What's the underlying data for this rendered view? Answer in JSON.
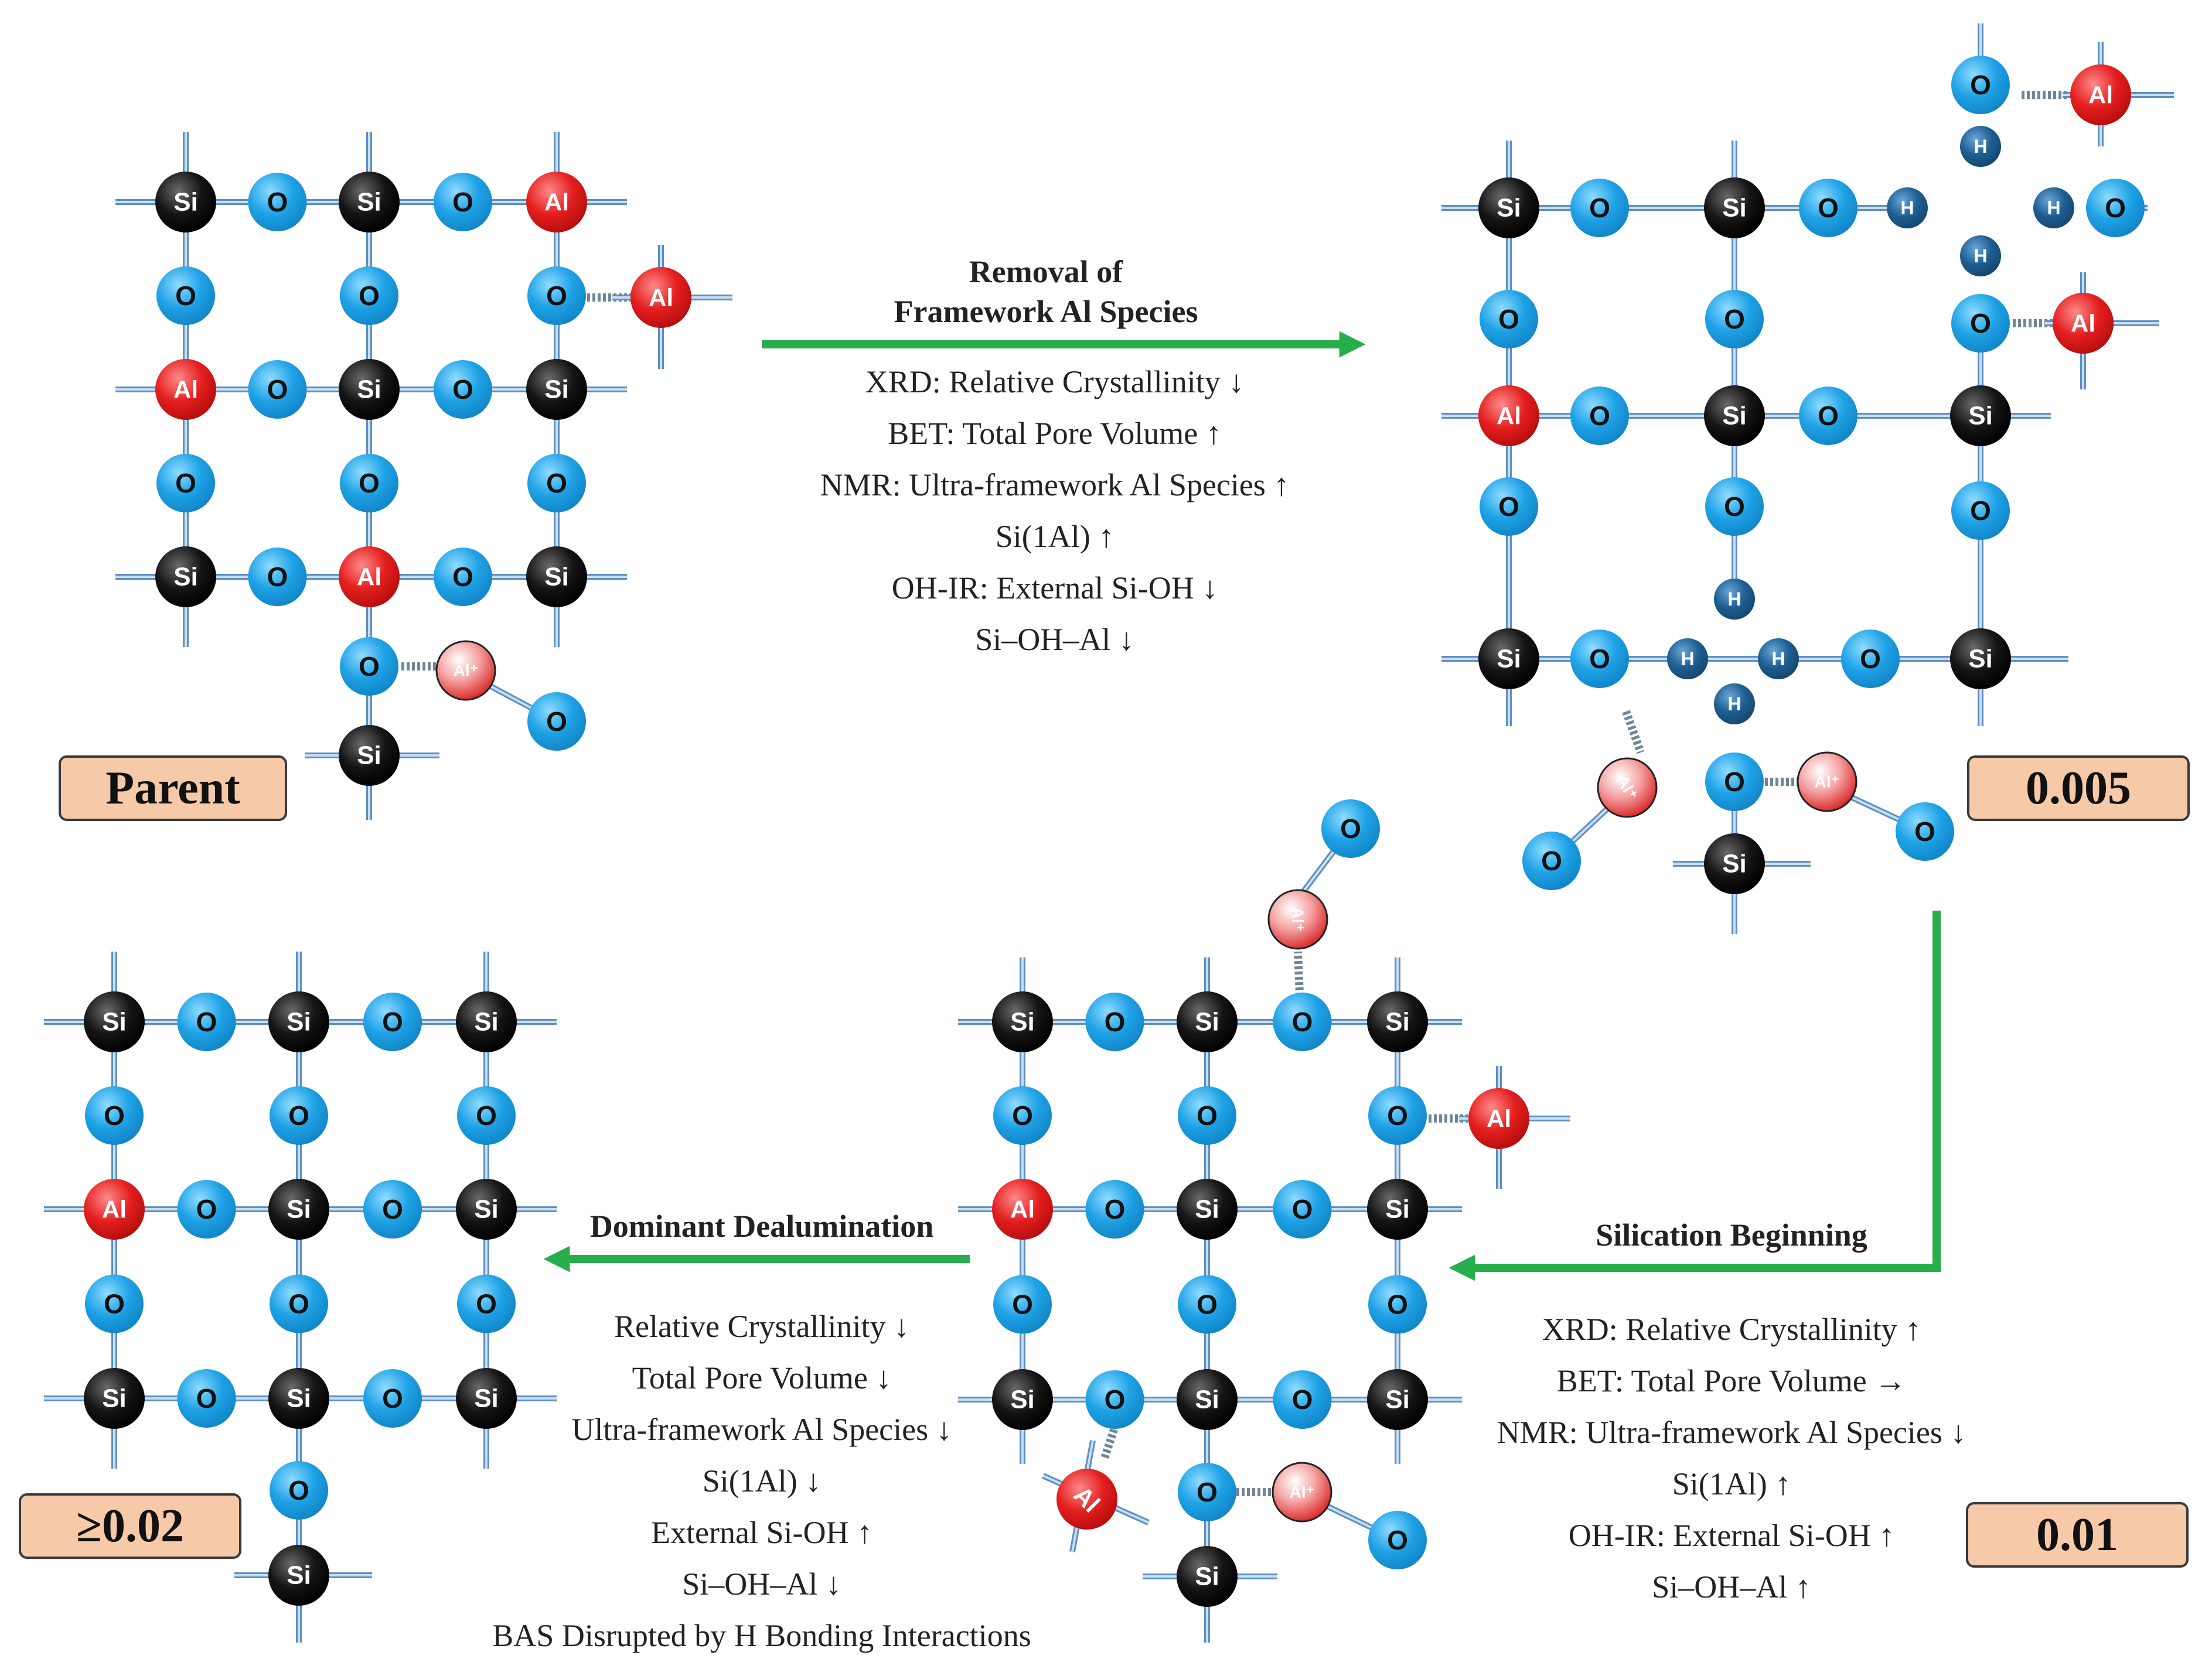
{
  "samples": {
    "parent": "Parent",
    "s1": "0.005",
    "s2": "0.01",
    "s3": "≥0.02"
  },
  "step1": {
    "heading_line1": "Removal of",
    "heading_line2": "Framework Al Species",
    "observations": [
      "XRD: Relative Crystallinity ↓",
      "BET: Total Pore Volume ↑",
      "NMR: Ultra-framework Al Species ↑",
      "Si(1Al) ↑",
      "OH-IR: External Si-OH ↓",
      "Si–OH–Al ↓"
    ]
  },
  "step2": {
    "heading": "Silication Beginning",
    "observations": [
      "XRD: Relative Crystallinity ↑",
      "BET: Total Pore Volume →",
      "NMR: Ultra-framework Al Species ↓",
      "Si(1Al) ↑",
      "OH-IR: External Si-OH ↑",
      "Si–OH–Al ↑"
    ]
  },
  "step3": {
    "heading": "Dominant Dealumination",
    "observations": [
      "Relative Crystallinity ↓",
      "Total Pore Volume ↓",
      "Ultra-framework Al Species ↓",
      "Si(1Al) ↓",
      "External Si-OH ↑",
      "Si–OH–Al ↓",
      "BAS Disrupted by H Bonding Interactions"
    ]
  },
  "atom_labels": {
    "si": "Si",
    "o": "O",
    "al": "Al",
    "h": "H",
    "al_plus": "Al⁺"
  },
  "colors": {
    "si": "#111111",
    "o": "#1fa2e6",
    "al": "#e41f1f",
    "h": "#1f5f93",
    "arrow": "#27ae4a",
    "box": "#f6c9a8"
  }
}
